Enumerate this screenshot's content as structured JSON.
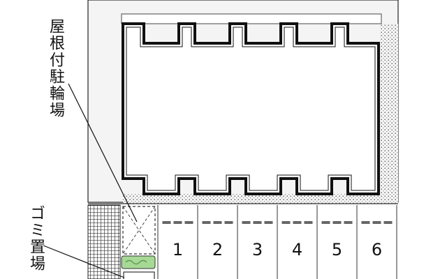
{
  "labels": {
    "covered_bike_parking": "屋根付駐輪場",
    "garbage_area": "ゴミ置場"
  },
  "parking_spaces": [
    "1",
    "2",
    "3",
    "4",
    "5",
    "6"
  ],
  "colors": {
    "line": "#111111",
    "ground": "#f4f4f4",
    "gravel": "#eeeeee",
    "hedge": "#9fd68d",
    "grid": "#333333"
  }
}
